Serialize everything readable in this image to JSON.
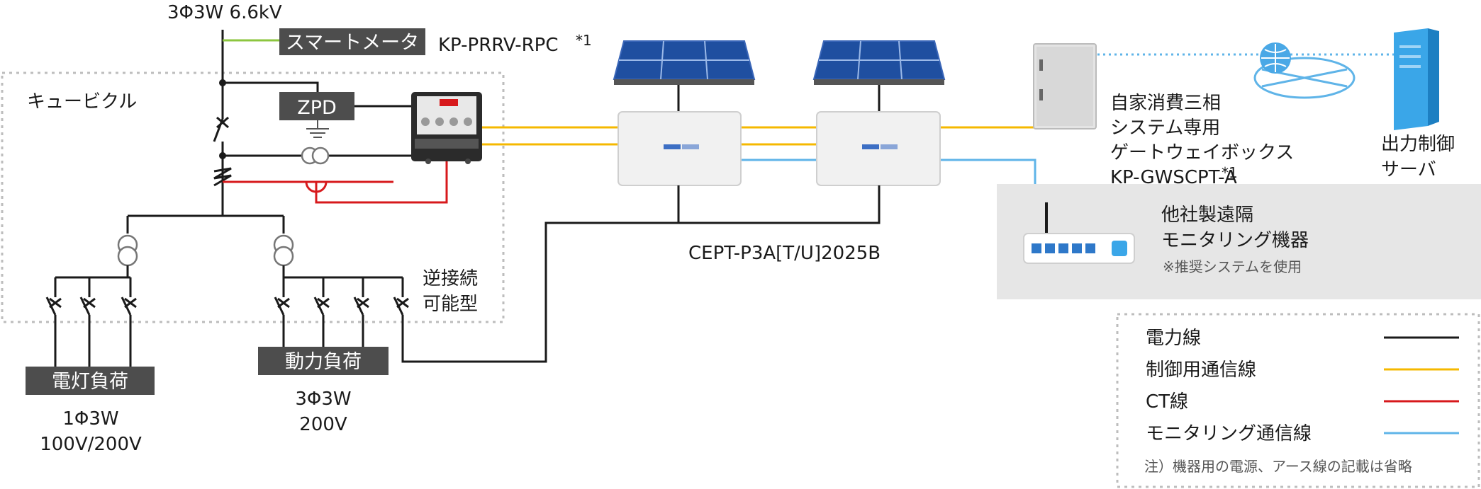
{
  "grid_supply": "3Φ3W 6.6kV",
  "smart_meter": {
    "label": "スマートメータ",
    "model": "KP-PRRV-RPC",
    "note_mark": "*1"
  },
  "cubicle_label": "キュービクル",
  "zpd_label": "ZPD",
  "reverse_connection": [
    "逆接続",
    "可能型"
  ],
  "lighting_load": {
    "label": "電灯負荷",
    "spec": [
      "1Φ3W",
      "100V/200V"
    ]
  },
  "power_load": {
    "label": "動力負荷",
    "spec": [
      "3Φ3W",
      "200V"
    ]
  },
  "pcs_model": "CEPT-P3A[T/U]2025B",
  "gateway": {
    "lines": [
      "自家消費三相",
      "システム専用",
      "ゲートウェイボックス",
      "KP-GWSCPT-A"
    ],
    "note_mark": "*1"
  },
  "server_label": [
    "出力制御",
    "サーバ"
  ],
  "monitoring": {
    "title": [
      "他社製遠隔",
      "モニタリング機器"
    ],
    "note": "※推奨システムを使用"
  },
  "legend": {
    "items": [
      {
        "label": "電力線",
        "color": "#1a1a1a"
      },
      {
        "label": "制御用通信線",
        "color": "#f5b800"
      },
      {
        "label": "CT線",
        "color": "#d7191c"
      },
      {
        "label": "モニタリング通信線",
        "color": "#5fb4e8"
      }
    ],
    "footnote": "注）機器用の電源、アース線の記載は省略"
  },
  "colors": {
    "meter_line": "#8cc63f",
    "label_box": "#4d4d4d",
    "dashed": "#bdbdbd",
    "monitor_bg": "#e6e6e6"
  }
}
